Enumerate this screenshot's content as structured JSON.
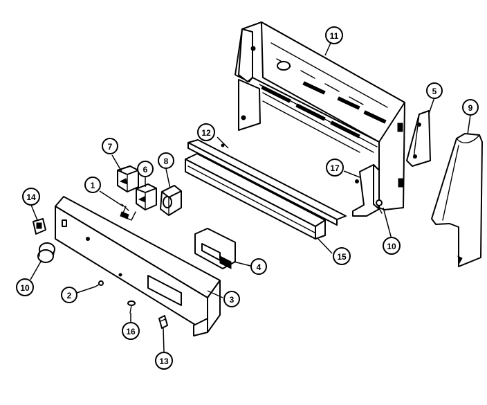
{
  "callouts": [
    {
      "id": "c1",
      "label": "1"
    },
    {
      "id": "c2",
      "label": "2"
    },
    {
      "id": "c3",
      "label": "3"
    },
    {
      "id": "c4",
      "label": "4"
    },
    {
      "id": "c5",
      "label": "5"
    },
    {
      "id": "c6",
      "label": "6"
    },
    {
      "id": "c7",
      "label": "7"
    },
    {
      "id": "c8",
      "label": "8"
    },
    {
      "id": "c9",
      "label": "9"
    },
    {
      "id": "c10a",
      "label": "10"
    },
    {
      "id": "c10b",
      "label": "10"
    },
    {
      "id": "c11",
      "label": "11"
    },
    {
      "id": "c12",
      "label": "12"
    },
    {
      "id": "c13",
      "label": "13"
    },
    {
      "id": "c14",
      "label": "14"
    },
    {
      "id": "c15",
      "label": "15"
    },
    {
      "id": "c16",
      "label": "16"
    },
    {
      "id": "c17",
      "label": "17"
    }
  ],
  "colors": {
    "ink": "#000000",
    "paper": "#ffffff"
  }
}
